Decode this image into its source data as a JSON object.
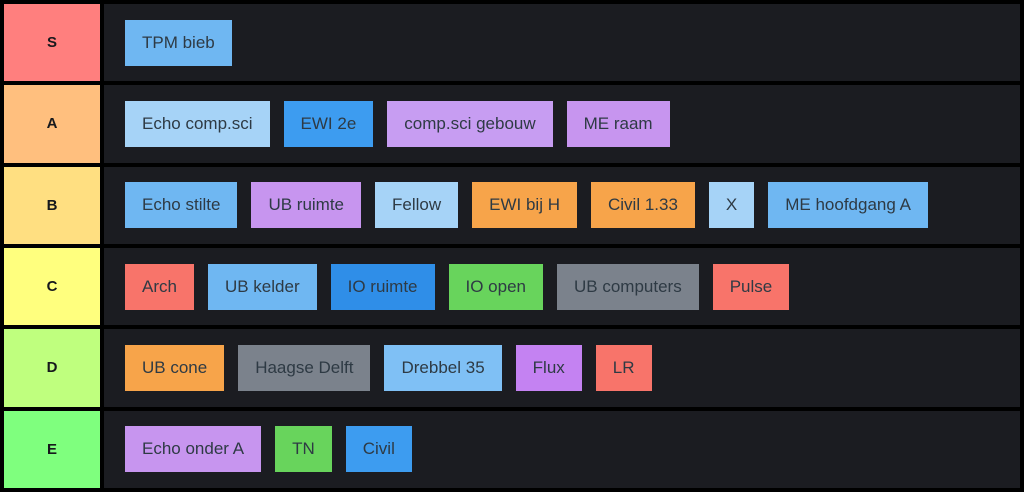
{
  "theme": {
    "frame_bg": "#000000",
    "row_bg": "#1b1c21",
    "tile_text": "#2e3a44",
    "label_text": "#16181c"
  },
  "tiers": [
    {
      "label": "S",
      "color": "#ff7f7e",
      "items": [
        {
          "label": "TPM bieb",
          "color": "#6fb7f2"
        }
      ]
    },
    {
      "label": "A",
      "color": "#ffbf7e",
      "items": [
        {
          "label": "Echo comp.sci",
          "color": "#a6d3f7"
        },
        {
          "label": "EWI 2e",
          "color": "#3d9cf0"
        },
        {
          "label": "comp.sci gebouw",
          "color": "#c79df2"
        },
        {
          "label": "ME raam",
          "color": "#c795ef"
        }
      ]
    },
    {
      "label": "B",
      "color": "#ffdf81",
      "items": [
        {
          "label": "Echo stilte",
          "color": "#6fb7f2"
        },
        {
          "label": "UB ruimte",
          "color": "#c795ef"
        },
        {
          "label": "Fellow",
          "color": "#a6d3f7"
        },
        {
          "label": "EWI bij H",
          "color": "#f7a44a"
        },
        {
          "label": "Civil 1.33",
          "color": "#f7a44a"
        },
        {
          "label": "X",
          "color": "#a6d3f7"
        },
        {
          "label": "ME hoofdgang A",
          "color": "#6fb7f2"
        }
      ]
    },
    {
      "label": "C",
      "color": "#ffff7e",
      "items": [
        {
          "label": "Arch",
          "color": "#f8746a"
        },
        {
          "label": "UB kelder",
          "color": "#6fb7f2"
        },
        {
          "label": "IO ruimte",
          "color": "#2f8ee8"
        },
        {
          "label": "IO open",
          "color": "#68d45c"
        },
        {
          "label": "UB computers",
          "color": "#7b828c"
        },
        {
          "label": "Pulse",
          "color": "#f8746a"
        }
      ]
    },
    {
      "label": "D",
      "color": "#bfff7e",
      "items": [
        {
          "label": "UB cone",
          "color": "#f7a44a"
        },
        {
          "label": "Haagse Delft",
          "color": "#7b828c"
        },
        {
          "label": "Drebbel 35",
          "color": "#7fc0f5"
        },
        {
          "label": "Flux",
          "color": "#c482f2"
        },
        {
          "label": "LR",
          "color": "#f8746a"
        }
      ]
    },
    {
      "label": "E",
      "color": "#7fff7e",
      "items": [
        {
          "label": "Echo onder A",
          "color": "#c795ef"
        },
        {
          "label": "TN",
          "color": "#68d45c"
        },
        {
          "label": "Civil",
          "color": "#3d9cf0"
        }
      ]
    }
  ]
}
